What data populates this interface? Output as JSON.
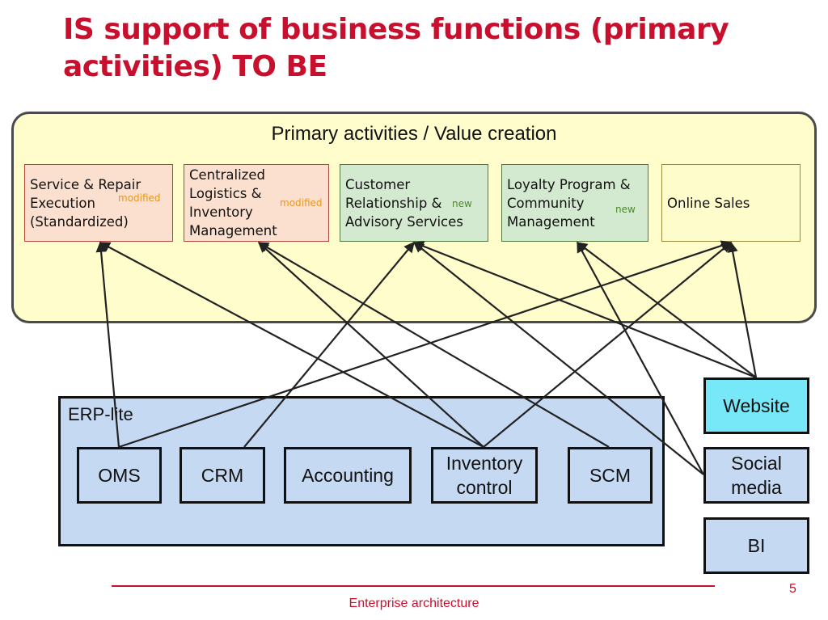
{
  "title": "IS support of business functions (primary activities) TO BE",
  "primary": {
    "heading": "Primary activities / Value creation",
    "activities": [
      {
        "id": "service",
        "label": "Service & Repair Execution (Standardized)",
        "tag": "modified"
      },
      {
        "id": "logistics",
        "label": "Centralized Logistics & Inventory Management",
        "tag": "modified"
      },
      {
        "id": "crm",
        "label": "Customer Relationship & Advisory Services",
        "tag": "new"
      },
      {
        "id": "loyalty",
        "label": "Loyalty Program & Community Management",
        "tag": "new"
      },
      {
        "id": "online",
        "label": "Online Sales",
        "tag": ""
      }
    ]
  },
  "erp": {
    "label": "ERP-lite",
    "systems": [
      {
        "id": "oms",
        "label": "OMS"
      },
      {
        "id": "crm_sys",
        "label": "CRM"
      },
      {
        "id": "accounting",
        "label": "Accounting"
      },
      {
        "id": "inventory",
        "label": "Inventory control"
      },
      {
        "id": "scm",
        "label": "SCM"
      }
    ]
  },
  "external": [
    {
      "id": "website",
      "label": "Website"
    },
    {
      "id": "social",
      "label": "Social media"
    },
    {
      "id": "bi",
      "label": "BI"
    }
  ],
  "connections": [
    {
      "from": "oms",
      "to": "service"
    },
    {
      "from": "oms",
      "to": "online"
    },
    {
      "from": "crm_sys",
      "to": "crm"
    },
    {
      "from": "inventory",
      "to": "service"
    },
    {
      "from": "inventory",
      "to": "logistics"
    },
    {
      "from": "inventory",
      "to": "online"
    },
    {
      "from": "scm",
      "to": "logistics"
    },
    {
      "from": "website",
      "to": "crm"
    },
    {
      "from": "website",
      "to": "loyalty"
    },
    {
      "from": "website",
      "to": "online"
    },
    {
      "from": "social",
      "to": "crm"
    },
    {
      "from": "social",
      "to": "loyalty"
    }
  ],
  "footer": {
    "text": "Enterprise architecture",
    "page": "5"
  },
  "colors": {
    "accent": "#c8102e",
    "container_bg": "#fffdcc",
    "modified_bg": "#fce0cf",
    "new_bg": "#d4ead0",
    "system_bg": "#c6d9f3",
    "website_bg": "#76e8f8"
  }
}
